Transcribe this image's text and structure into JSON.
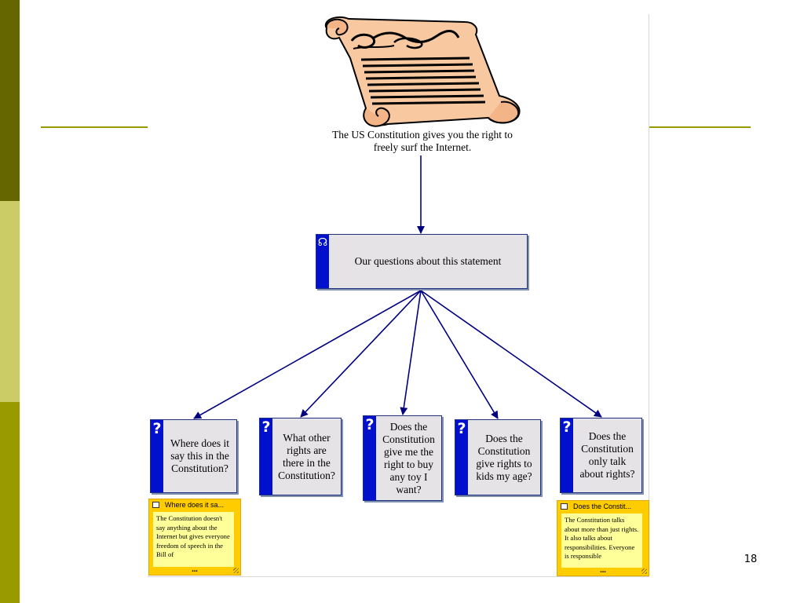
{
  "slide": {
    "page_number": "18"
  },
  "document_image": {
    "caption": "We the People"
  },
  "statement": {
    "text": "The US Constitution gives you the right to freely surf the Internet."
  },
  "central_node": {
    "text": "Our questions about this statement",
    "icon": "lightbulb-icon"
  },
  "question_nodes": [
    {
      "text": "Where does it say this in the Constitution?",
      "icon": "question-mark-icon"
    },
    {
      "text": "What other rights are there in the Constitution?",
      "icon": "question-mark-icon"
    },
    {
      "text": "Does the Constitution give me the right to buy any toy I want?",
      "icon": "question-mark-icon"
    },
    {
      "text": "Does the Constitution give rights to kids my age?",
      "icon": "question-mark-icon"
    },
    {
      "text": "Does the Constitution only talk about rights?",
      "icon": "question-mark-icon"
    }
  ],
  "notes": [
    {
      "title": "Where does it sa...",
      "body": "The Constitution doesn't say anything about the Internet but gives everyone freedom of speech in the Bill of",
      "more": "..."
    },
    {
      "title": "Does the Constit...",
      "body": "The Constitution talks about more than just rights. It also talks about responsibilities. Everyone is responsible",
      "more": "..."
    }
  ],
  "colors": {
    "node_tab": "#0010cc",
    "node_fill": "#e6e3e6",
    "connector": "#000080",
    "note_frame": "#ffcc00",
    "note_body": "#ffff99",
    "accent_dark": "#666600",
    "accent_light": "#cccc66",
    "accent_mid": "#999900"
  }
}
